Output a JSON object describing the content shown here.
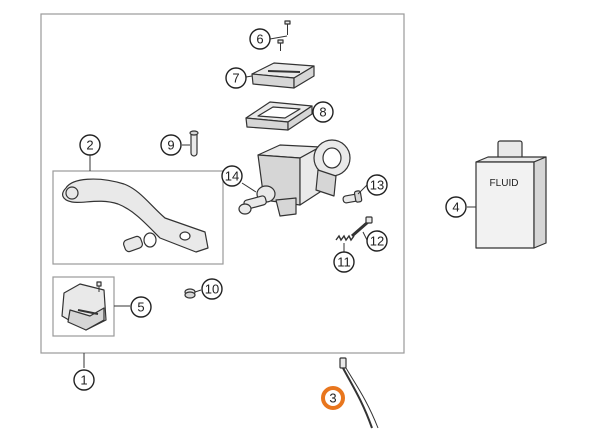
{
  "diagram": {
    "callouts": [
      {
        "id": "1",
        "label": "1",
        "name": "callout-1",
        "highlight": false
      },
      {
        "id": "2",
        "label": "2",
        "name": "callout-2",
        "highlight": false
      },
      {
        "id": "3",
        "label": "3",
        "name": "callout-3",
        "highlight": true
      },
      {
        "id": "4",
        "label": "4",
        "name": "callout-4",
        "highlight": false
      },
      {
        "id": "5",
        "label": "5",
        "name": "callout-5",
        "highlight": false
      },
      {
        "id": "6",
        "label": "6",
        "name": "callout-6",
        "highlight": false
      },
      {
        "id": "7",
        "label": "7",
        "name": "callout-7",
        "highlight": false
      },
      {
        "id": "8",
        "label": "8",
        "name": "callout-8",
        "highlight": false
      },
      {
        "id": "9",
        "label": "9",
        "name": "callout-9",
        "highlight": false
      },
      {
        "id": "10",
        "label": "10",
        "name": "callout-10",
        "highlight": false
      },
      {
        "id": "11",
        "label": "11",
        "name": "callout-11",
        "highlight": false
      },
      {
        "id": "12",
        "label": "12",
        "name": "callout-12",
        "highlight": false
      },
      {
        "id": "13",
        "label": "13",
        "name": "callout-13",
        "highlight": false
      },
      {
        "id": "14",
        "label": "14",
        "name": "callout-14",
        "highlight": false
      }
    ],
    "fluid_label": "FLUID",
    "highlight_color": "#e8761e"
  }
}
